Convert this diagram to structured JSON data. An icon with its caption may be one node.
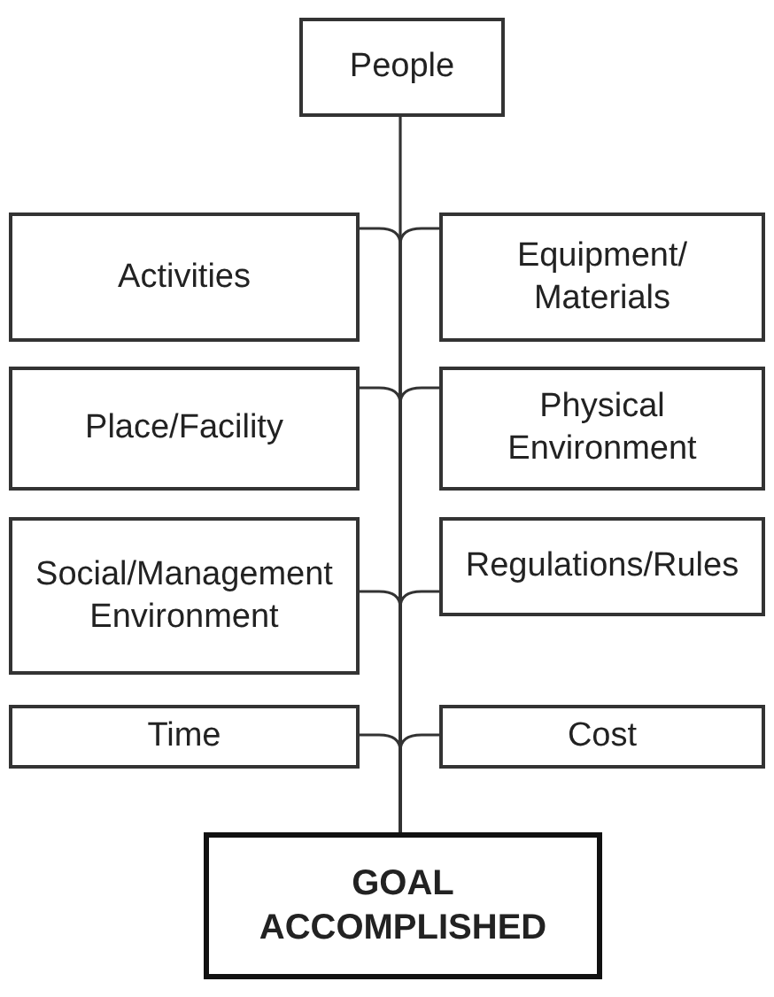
{
  "diagram": {
    "nodes": [
      {
        "text": [
          "People"
        ]
      },
      {
        "text": [
          "Activities"
        ]
      },
      {
        "text": [
          "Equipment/ Materials"
        ]
      },
      {
        "text": [
          "Place/Facility"
        ]
      },
      {
        "text": [
          "Physical Environment"
        ]
      },
      {
        "text": [
          "Social/Management Environment"
        ]
      },
      {
        "text": [
          "Regulations/Rules"
        ]
      },
      {
        "text": [
          "Time"
        ]
      },
      {
        "text": [
          "Cost"
        ]
      },
      {
        "text": [
          "GOAL ACCOMPLISHED"
        ]
      }
    ],
    "edges": [
      {
        "from": 0,
        "to": 9,
        "arrow": "none"
      },
      {
        "from": 1,
        "to": 9,
        "arrow": "none"
      },
      {
        "from": 2,
        "to": 9,
        "arrow": "none"
      },
      {
        "from": 3,
        "to": 9,
        "arrow": "none"
      },
      {
        "from": 4,
        "to": 9,
        "arrow": "none"
      },
      {
        "from": 5,
        "to": 9,
        "arrow": "none"
      },
      {
        "from": 6,
        "to": 9,
        "arrow": "none"
      },
      {
        "from": 7,
        "to": 9,
        "arrow": "none"
      },
      {
        "from": 8,
        "to": 9,
        "arrow": "none"
      }
    ]
  }
}
